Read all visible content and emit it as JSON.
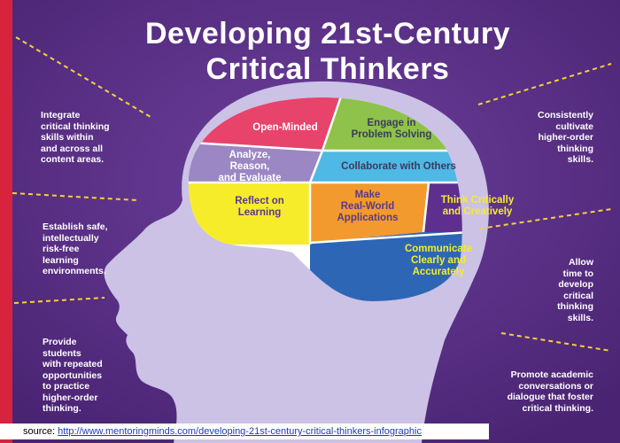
{
  "title": {
    "line1": "Developing 21st-Century",
    "line2": "Critical Thinkers"
  },
  "colors": {
    "background": "#5a2f86",
    "left_stripe": "#d8233f",
    "head": "#cbc2e6",
    "open_minded": "#e8436b",
    "engage": "#8ec24a",
    "analyze": "#9a87c4",
    "collaborate": "#4fb8e4",
    "reflect": "#f6ec2a",
    "make_real_world": "#f29a2e",
    "think_critically": "#5e2f8e",
    "communicate": "#2e66b6"
  },
  "brain_segments": {
    "open_minded": "Open-Minded",
    "engage": "Engage in\nProblem Solving",
    "analyze": "Analyze,\nReason,\nand Evaluate",
    "collaborate": "Collaborate with Others",
    "reflect": "Reflect on\nLearning",
    "make_real_world": "Make\nReal-World\nApplications",
    "think_critically": "Think Critically\nand Creatively",
    "communicate": "Communicate\nClearly and\nAccurately"
  },
  "left_notes": {
    "integrate": "Integrate\ncritical thinking\nskills within\nand across all\ncontent areas.",
    "establish": "Establish safe,\nintellectually\nrisk-free\nlearning\nenvironments.",
    "provide": "Provide\nstudents\nwith repeated\nopportunities\nto practice\nhigher-order\nthinking."
  },
  "right_notes": {
    "consistently": "Consistently\ncultivate\nhigher-order\nthinking\nskills.",
    "allow": "Allow\ntime to\ndevelop\ncritical\nthinking\nskills.",
    "promote": "Promote academic\nconversations or\ndialogue that foster\ncritical thinking."
  },
  "source": {
    "label": "source:",
    "url": "http://www.mentoringminds.com/developing-21st-century-critical-thinkers-infographic"
  }
}
